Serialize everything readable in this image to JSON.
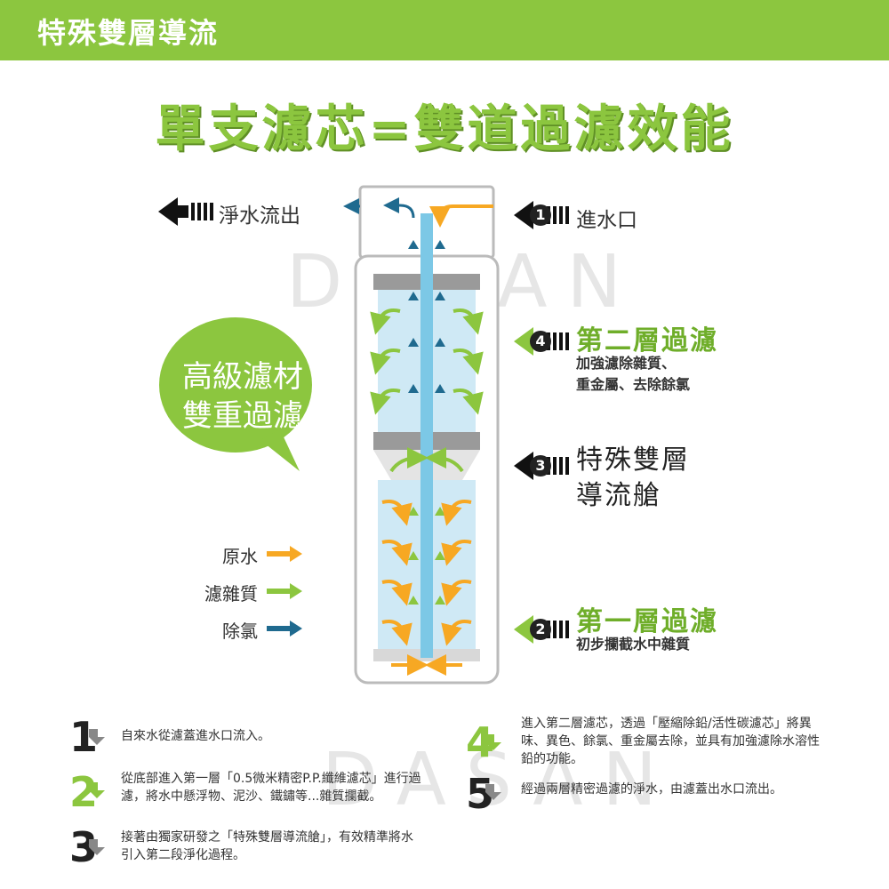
{
  "header": {
    "title": "特殊雙層導流"
  },
  "main_title": "單支濾芯=雙道過濾效能",
  "watermark": "DASAN",
  "labels": {
    "clean_water_out": "淨水流出",
    "water_inlet": "進水口",
    "layer2_title": "第二層過濾",
    "layer2_desc_1": "加強濾除雜質、",
    "layer2_desc_2": "重金屬、去除餘氯",
    "chamber_line1": "特殊雙層",
    "chamber_line2": "導流艙",
    "layer1_title": "第一層過濾",
    "layer1_desc": "初步攔截水中雜質"
  },
  "badges": {
    "inlet": "1",
    "layer2": "4",
    "chamber": "3",
    "layer1": "2"
  },
  "bubble": {
    "line1": "高級濾材",
    "line2": "雙重過濾"
  },
  "legend": [
    {
      "label": "原水",
      "color": "#f7a823"
    },
    {
      "label": "濾雜質",
      "color": "#8cc63f"
    },
    {
      "label": "除氯",
      "color": "#1f6a8f"
    }
  ],
  "steps": [
    {
      "num": "1",
      "text": "自來水從濾蓋進水口流入。"
    },
    {
      "num": "2",
      "text": "從底部進入第一層「0.5微米精密P.P.纖維濾芯」進行過濾，將水中懸浮物、泥沙、鐵鏽等...雜質攔截。"
    },
    {
      "num": "3",
      "text": "接著由獨家研發之「特殊雙層導流艙」，有效精準將水引入第二段淨化過程。"
    },
    {
      "num": "4",
      "text": "進入第二層濾芯，透過「壓縮除鉛/活性碳濾芯」將異味、異色、餘氯、重金屬去除，並具有加強濾除水溶性鉛的功能。"
    },
    {
      "num": "5",
      "text": "經過兩層精密過濾的淨水，由濾蓋出水口流出。"
    }
  ],
  "colors": {
    "green": "#8cc63f",
    "orange": "#f7a823",
    "blue": "#1f6a8f",
    "water": "#cfe9f5",
    "tube": "#7cc8e6"
  },
  "icons": [
    "arrow-left-icon",
    "speech-bubble",
    "filter-cartridge-diagram"
  ]
}
